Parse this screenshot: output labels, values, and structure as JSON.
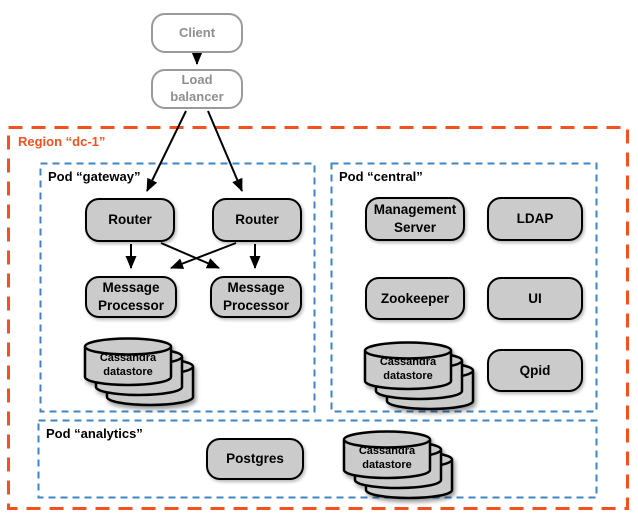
{
  "external": {
    "client": "Client",
    "load_balancer": "Load balancer"
  },
  "region": {
    "label": "Region “dc-1”"
  },
  "pods": {
    "gateway": {
      "label": "Pod “gateway”",
      "nodes": {
        "router1": "Router",
        "router2": "Router",
        "mp1_line1": "Message",
        "mp1_line2": "Processor",
        "mp2_line1": "Message",
        "mp2_line2": "Processor",
        "cassandra_line1": "Cassandra",
        "cassandra_line2": "datastore"
      }
    },
    "central": {
      "label": "Pod “central”",
      "nodes": {
        "management_line1": "Management",
        "management_line2": "Server",
        "ldap": "LDAP",
        "zookeeper": "Zookeeper",
        "ui": "UI",
        "qpid": "Qpid",
        "cassandra_line1": "Cassandra",
        "cassandra_line2": "datastore"
      }
    },
    "analytics": {
      "label": "Pod “analytics”",
      "nodes": {
        "postgres": "Postgres",
        "cassandra_line1": "Cassandra",
        "cassandra_line2": "datastore"
      }
    }
  },
  "connections": [
    {
      "from": "Client",
      "to": "Load balancer"
    },
    {
      "from": "Load balancer",
      "to": "Router 1"
    },
    {
      "from": "Load balancer",
      "to": "Router 2"
    },
    {
      "from": "Router 1",
      "to": "Message Processor 1"
    },
    {
      "from": "Router 1",
      "to": "Message Processor 2"
    },
    {
      "from": "Router 2",
      "to": "Message Processor 1"
    },
    {
      "from": "Router 2",
      "to": "Message Processor 2"
    }
  ],
  "colors": {
    "region_border": "#f4511e",
    "pod_border": "#3d85c6",
    "node_fill": "#cbcbcb",
    "node_border": "#000000",
    "external_border": "#9a9a9a",
    "external_text": "#8f8f8f",
    "arrow": "#000000"
  }
}
